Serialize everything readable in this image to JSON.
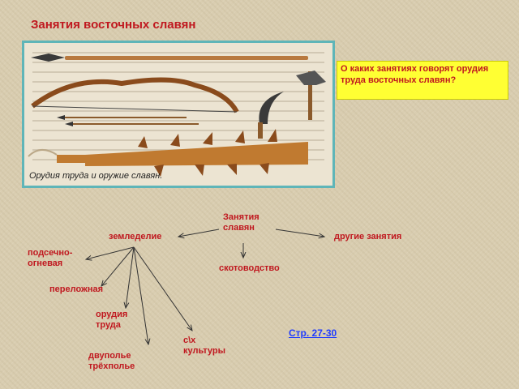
{
  "title": "Занятия восточных славян",
  "image": {
    "caption": "Орудия труда и оружие славян."
  },
  "question": "О каких занятиях говорят орудия труда восточных славян?",
  "diagram": {
    "root": "Занятия славян",
    "agriculture": "земледелие",
    "other": "другие занятия",
    "cattle": "скотоводство",
    "slash_burn": "подсечно-огневая",
    "shifting": "переложная",
    "tools": "орудия труда",
    "crops": "с\\х культуры",
    "fields": "двуполье трёхполье"
  },
  "link": "Стр. 27-30"
}
